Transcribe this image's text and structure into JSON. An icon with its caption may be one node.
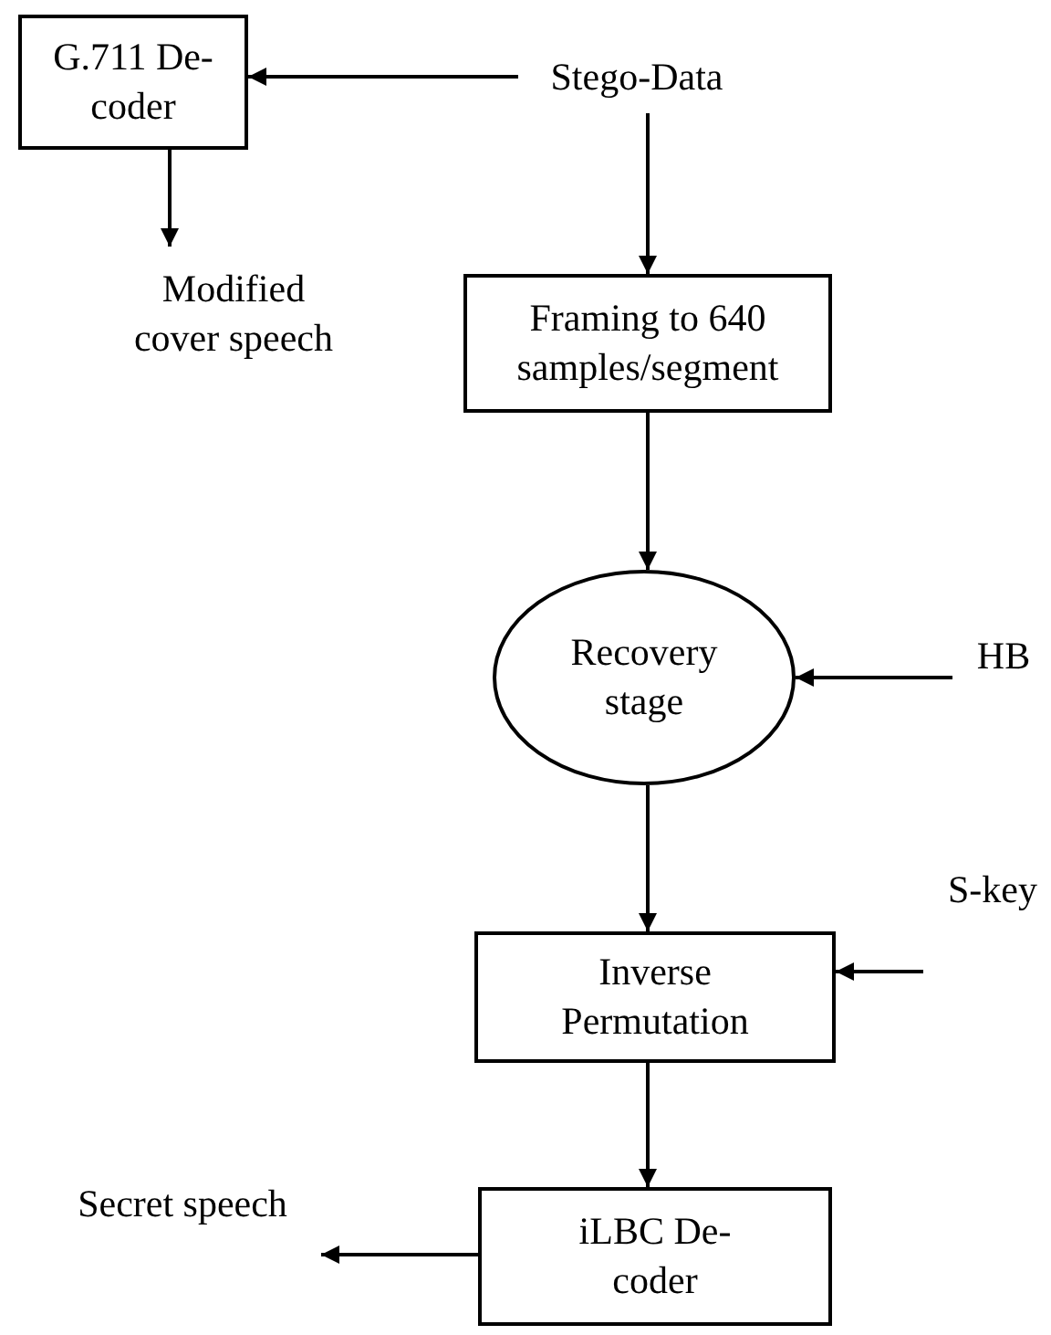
{
  "diagram": {
    "nodes": [
      {
        "text": [
          "G.711 De- coder"
        ]
      },
      {
        "text": [
          "Stego-Data"
        ]
      },
      {
        "text": [
          "Modified cover speech"
        ]
      },
      {
        "text": [
          "Framing to 640 samples/segment"
        ]
      },
      {
        "text": [
          "Recovery stage"
        ]
      },
      {
        "text": [
          "HB"
        ]
      },
      {
        "text": [
          "Inverse Permutation"
        ]
      },
      {
        "text": [
          "S-key"
        ]
      },
      {
        "text": [
          "iLBC De- coder"
        ]
      },
      {
        "text": [
          "Secret speech"
        ]
      }
    ],
    "edges": [
      {
        "from": 1,
        "to": 0,
        "arrow": "to"
      },
      {
        "from": 0,
        "to": 2,
        "arrow": "to"
      },
      {
        "from": 1,
        "to": 3,
        "arrow": "to"
      },
      {
        "from": 3,
        "to": 4,
        "arrow": "to"
      },
      {
        "from": 5,
        "to": 4,
        "arrow": "to"
      },
      {
        "from": 4,
        "to": 6,
        "arrow": "to"
      },
      {
        "from": 7,
        "to": 6,
        "arrow": "to"
      },
      {
        "from": 6,
        "to": 8,
        "arrow": "to"
      },
      {
        "from": 8,
        "to": 9,
        "arrow": "to"
      }
    ]
  }
}
